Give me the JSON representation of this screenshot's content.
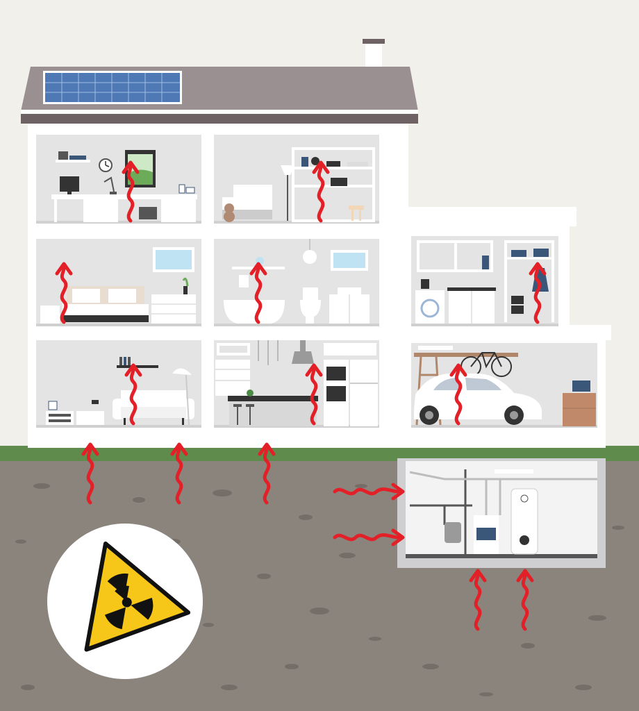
{
  "scene": {
    "subject": "radon-house-cutaway",
    "hazard_symbol": "radiation-trefoil",
    "colors": {
      "background": "#f2f0eb",
      "roof": "#9a8f91",
      "roof_trim": "#6e6264",
      "walls": "#ffffff",
      "room_fill": "#e4e4e4",
      "grass": "#5f8b4c",
      "soil": "#8b847d",
      "soil_speckle": "#756d67",
      "radon_arrow": "#e32027",
      "warning_yellow": "#f6c619",
      "warning_black": "#111111",
      "basement_fill": "#f3f3f3",
      "solar_panel": "#4f79b5"
    },
    "rooms": [
      {
        "name": "office",
        "floor": 2
      },
      {
        "name": "kids-room",
        "floor": 2
      },
      {
        "name": "bedroom",
        "floor": 1
      },
      {
        "name": "bathroom",
        "floor": 1
      },
      {
        "name": "laundry",
        "floor": 1
      },
      {
        "name": "living-room",
        "floor": 0
      },
      {
        "name": "kitchen",
        "floor": 0
      },
      {
        "name": "garage",
        "floor": 0
      },
      {
        "name": "basement",
        "floor": -1
      }
    ],
    "icons": [
      "solar-panel-icon",
      "chimney-icon",
      "clock-icon",
      "desk-lamp-icon",
      "teddy-bear-icon",
      "floor-lamp-icon",
      "bed-icon",
      "bathtub-icon",
      "toilet-icon",
      "washing-machine-icon",
      "sofa-icon",
      "oven-icon",
      "fridge-icon",
      "car-icon",
      "bicycle-icon",
      "boiler-icon",
      "water-heater-icon",
      "radiation-warning-icon"
    ]
  }
}
